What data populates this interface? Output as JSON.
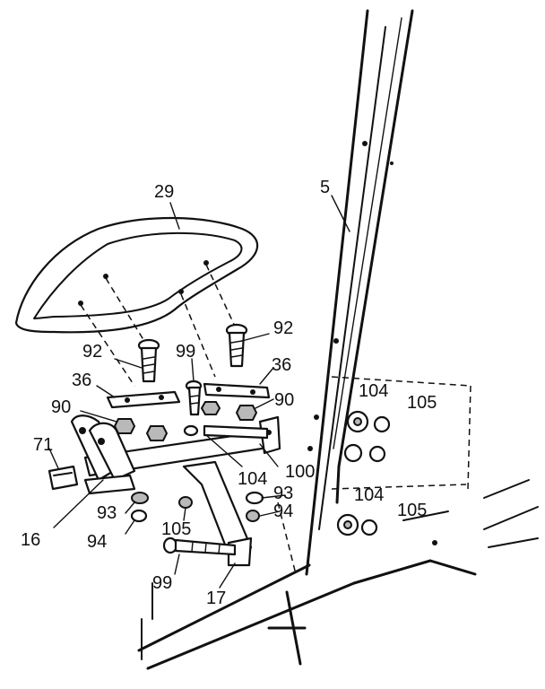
{
  "diagram": {
    "labels": {
      "l29": "29",
      "l5": "5",
      "l92a": "92",
      "l92b": "92",
      "l99a": "99",
      "l36a": "36",
      "l36b": "36",
      "l90a": "90",
      "l90b": "90",
      "l104a": "104",
      "l105a": "105",
      "l71": "71",
      "l104b": "104",
      "l100": "100",
      "l93a": "93",
      "l93b": "93",
      "l94a": "94",
      "l94b": "94",
      "l16": "16",
      "l105b": "105",
      "l104c": "104",
      "l105c": "105",
      "l99b": "99",
      "l17": "17"
    }
  }
}
